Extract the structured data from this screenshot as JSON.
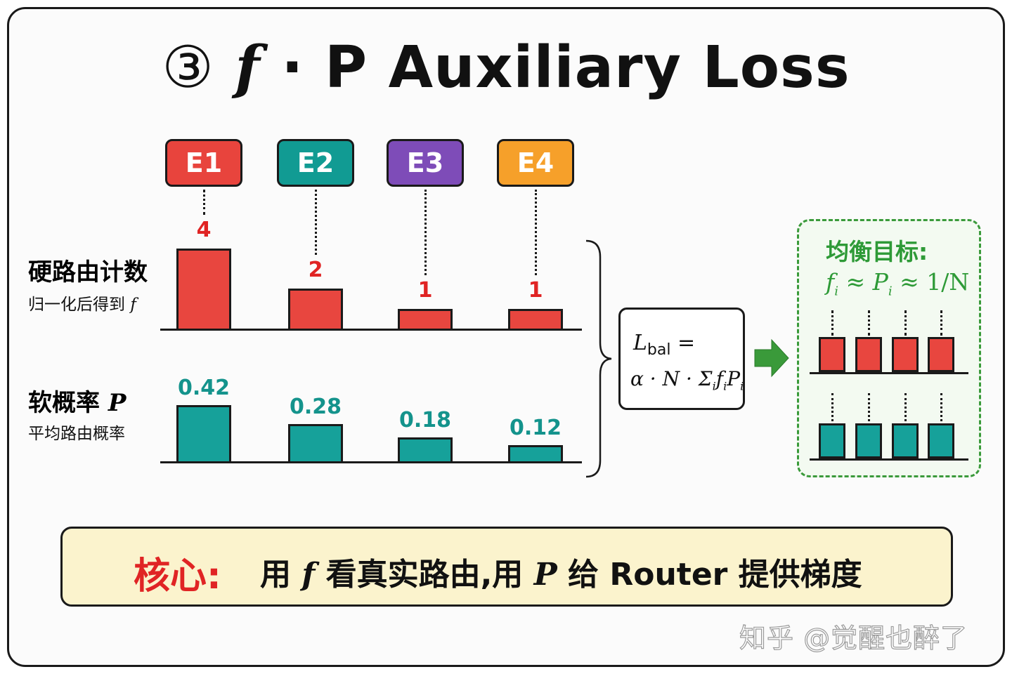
{
  "title": {
    "circled": "③",
    "f": "f",
    "dot": "·",
    "rest": "P Auxiliary Loss"
  },
  "experts": [
    {
      "label": "E1",
      "color": "#e8443d",
      "hard_count": "4",
      "soft_prob": "0.42"
    },
    {
      "label": "E2",
      "color": "#119b93",
      "hard_count": "2",
      "soft_prob": "0.28"
    },
    {
      "label": "E3",
      "color": "#7e4cb8",
      "hard_count": "1",
      "soft_prob": "0.18"
    },
    {
      "label": "E4",
      "color": "#f6a02a",
      "hard_count": "1",
      "soft_prob": "0.12"
    }
  ],
  "hard_section": {
    "title": "硬路由计数",
    "subtitle": "归一化后得到",
    "symbol": "f",
    "color": "#e02424",
    "bar_color": "#e8463f",
    "counts": [
      4,
      2,
      1,
      1
    ]
  },
  "soft_section": {
    "title": "软概率",
    "symbol": "P",
    "subtitle": "平均路由概率",
    "color": "#14938c",
    "bar_color": "#16a19a",
    "probs": [
      0.42,
      0.28,
      0.18,
      0.12
    ]
  },
  "formula": {
    "lhs": "L",
    "lhs_sub": "bal",
    "eq": " =",
    "rhs": "α · N · Σ",
    "rhs_sub": "i",
    "f": "f",
    "f_sub": "i",
    "P": "P",
    "P_sub": "i"
  },
  "goal": {
    "title": "均衡目标:",
    "formula_f": "f",
    "formula_i1": "i",
    "approx1": " ≈ ",
    "formula_P": "P",
    "formula_i2": "i",
    "approx2": " ≈ 1/N",
    "border_color": "#3a9a3a",
    "arrow_color": "#3a9a3a"
  },
  "banner": {
    "key": "核心:",
    "text_a": "用 ",
    "f": "f",
    "text_b": " 看真实路由,用 ",
    "P": "P",
    "text_c": " 给 Router 提供梯度"
  },
  "watermark": "知乎 @觉醒也醉了"
}
